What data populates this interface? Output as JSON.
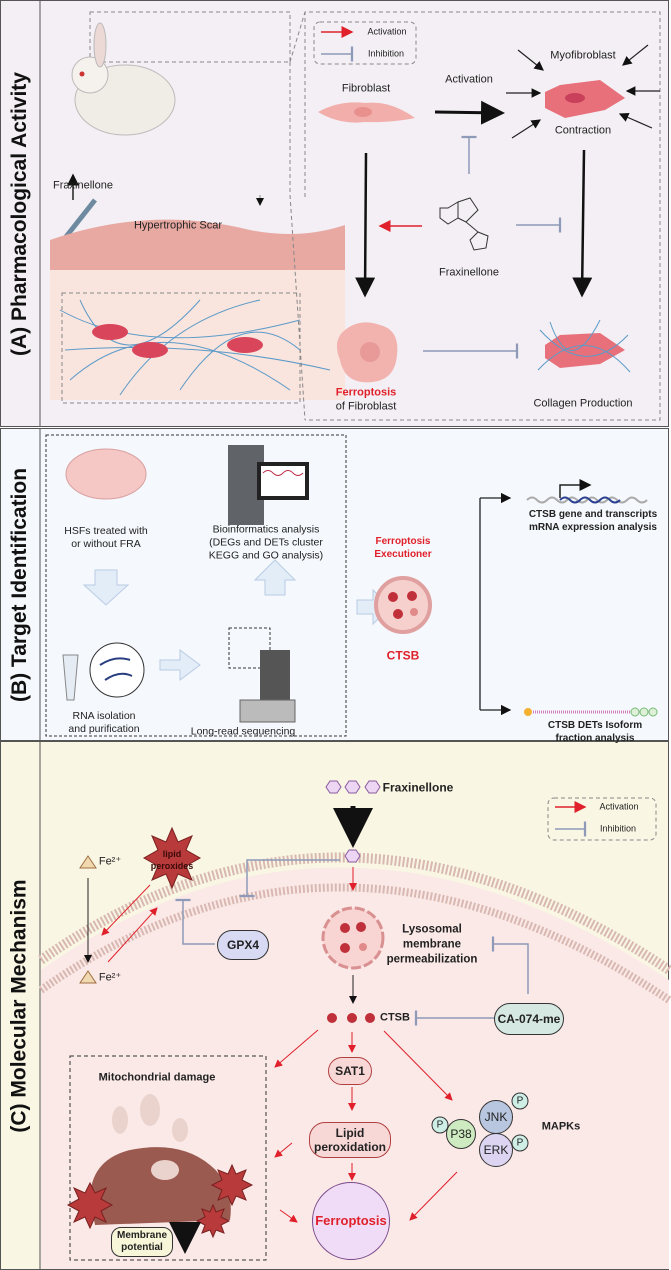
{
  "panels": {
    "a_label": "(A) Pharmacological Activity",
    "b_label": "(B) Target Identification",
    "c_label": "(C) Molecular Mechanism"
  },
  "colors": {
    "activation": "#e0202a",
    "inhibition": "#8e9ab8",
    "panel_a_bg": "#f3eff4",
    "panel_b_bg": "#f5f8fc",
    "panel_c_bg": "#fbefec"
  },
  "panel_a": {
    "drug_label": "Fraxinellone",
    "scar_label": "Hypertrophic Scar",
    "legend": {
      "activation": "Activation",
      "inhibition": "Inhibition"
    },
    "fibroblast": "Fibroblast",
    "activation": "Activation",
    "myofibroblast": "Myofibroblast",
    "contraction": "Contraction",
    "compound": "Fraxinellone",
    "ferroptosis": "Ferroptosis",
    "of_fibroblast": "of Fibroblast",
    "collagen": "Collagen Production"
  },
  "panel_b": {
    "hsf_line1": "HSFs treated with",
    "hsf_line2": "or without FRA",
    "bio_line1": "Bioinformatics analysis",
    "bio_line2": "(DEGs and DETs cluster",
    "bio_line3": "KEGG and GO analysis)",
    "rna_line1": "RNA isolation",
    "rna_line2": "and purification",
    "seq": "Long-read sequencing",
    "exec_line1": "Ferroptosis",
    "exec_line2": "Executioner",
    "ctsb": "CTSB",
    "gene_line1": "CTSB gene and transcripts",
    "gene_line2": "mRNA expression analysis",
    "iso_line1": "CTSB DETs Isoform",
    "iso_line2": "fraction analysis"
  },
  "panel_c": {
    "drug": "Fraxinellone",
    "legend": {
      "activation": "Activation",
      "inhibition": "Inhibition"
    },
    "fe_top": "Fe²⁺",
    "fe_bottom": "Fe²⁺",
    "lipid_peroxides": "lipid peroxides",
    "gpx4": "GPX4",
    "lmp_line1": "Lysosomal",
    "lmp_line2": "membrane",
    "lmp_line3": "permeabilization",
    "ctsb": "CTSB",
    "inhibitor": "CA-074-me",
    "mito": "Mitochondrial damage",
    "sat1": "SAT1",
    "lipidperox_line1": "Lipid",
    "lipidperox_line2": "peroxidation",
    "jnk": "JNK",
    "p38": "P38",
    "erk": "ERK",
    "phospho": "P",
    "mapks": "MAPKs",
    "ferroptosis": "Ferroptosis",
    "membrane_line1": "Membrane",
    "membrane_line2": "potential"
  }
}
